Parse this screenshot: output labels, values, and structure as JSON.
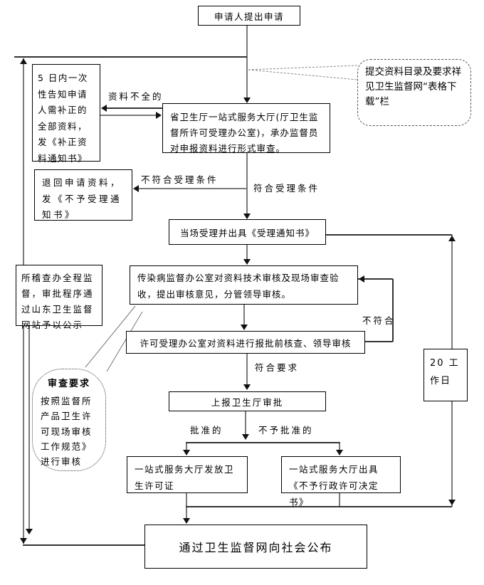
{
  "nodes": {
    "apply": "申请人提出申请",
    "supplement": "5 日内一次性告知申请人需补正的全部资料，发《补正资料通知书》",
    "formal_review": "省卫生厅一站式服务大厅(厅卫生监督所许可受理办公室)，承办监督员对申报资料进行形式审查。",
    "reject": "退回申请资料，发《不予受理通知书》",
    "accept": "当场受理并出具《受理通知书》",
    "supervise": "所稽查办全程监督，审批程序通过山东卫生监督网站予以公示",
    "tech_review": "传染病监督办公室对资料技术审核及现场审查验收，提出审核意见，分管领导审核。",
    "precheck": "许可受理办公室对资料进行报批前核查、领导审核",
    "submit_approval": "上报卫生厅审批",
    "working_days": "20 工作日",
    "issue_license": "一站式服务大厅发放卫生许可证",
    "deny_license": "一站式服务大厅出具《不予行政许可决定书》",
    "publish": "通过卫生监督网向社会公布"
  },
  "callouts": {
    "submit_materials": "提交资料目录及要求祥见卫生监督网“表格下载”栏",
    "review_req_title": "审查要求",
    "review_req_body": "按照监督所产品卫生许可现场审核工作规范》进行审核"
  },
  "labels": {
    "incomplete": "资料不全的",
    "not_qualified_accept": "不符合受理条件",
    "qualified_accept": "符合受理条件",
    "not_conform": "不符合",
    "conform": "符合要求",
    "approved": "批准的",
    "not_approved": "不予批准的"
  },
  "colors": {
    "box_border": "#000000",
    "line": "#7a7a7a",
    "arrow": "#111111",
    "background": "#ffffff"
  }
}
